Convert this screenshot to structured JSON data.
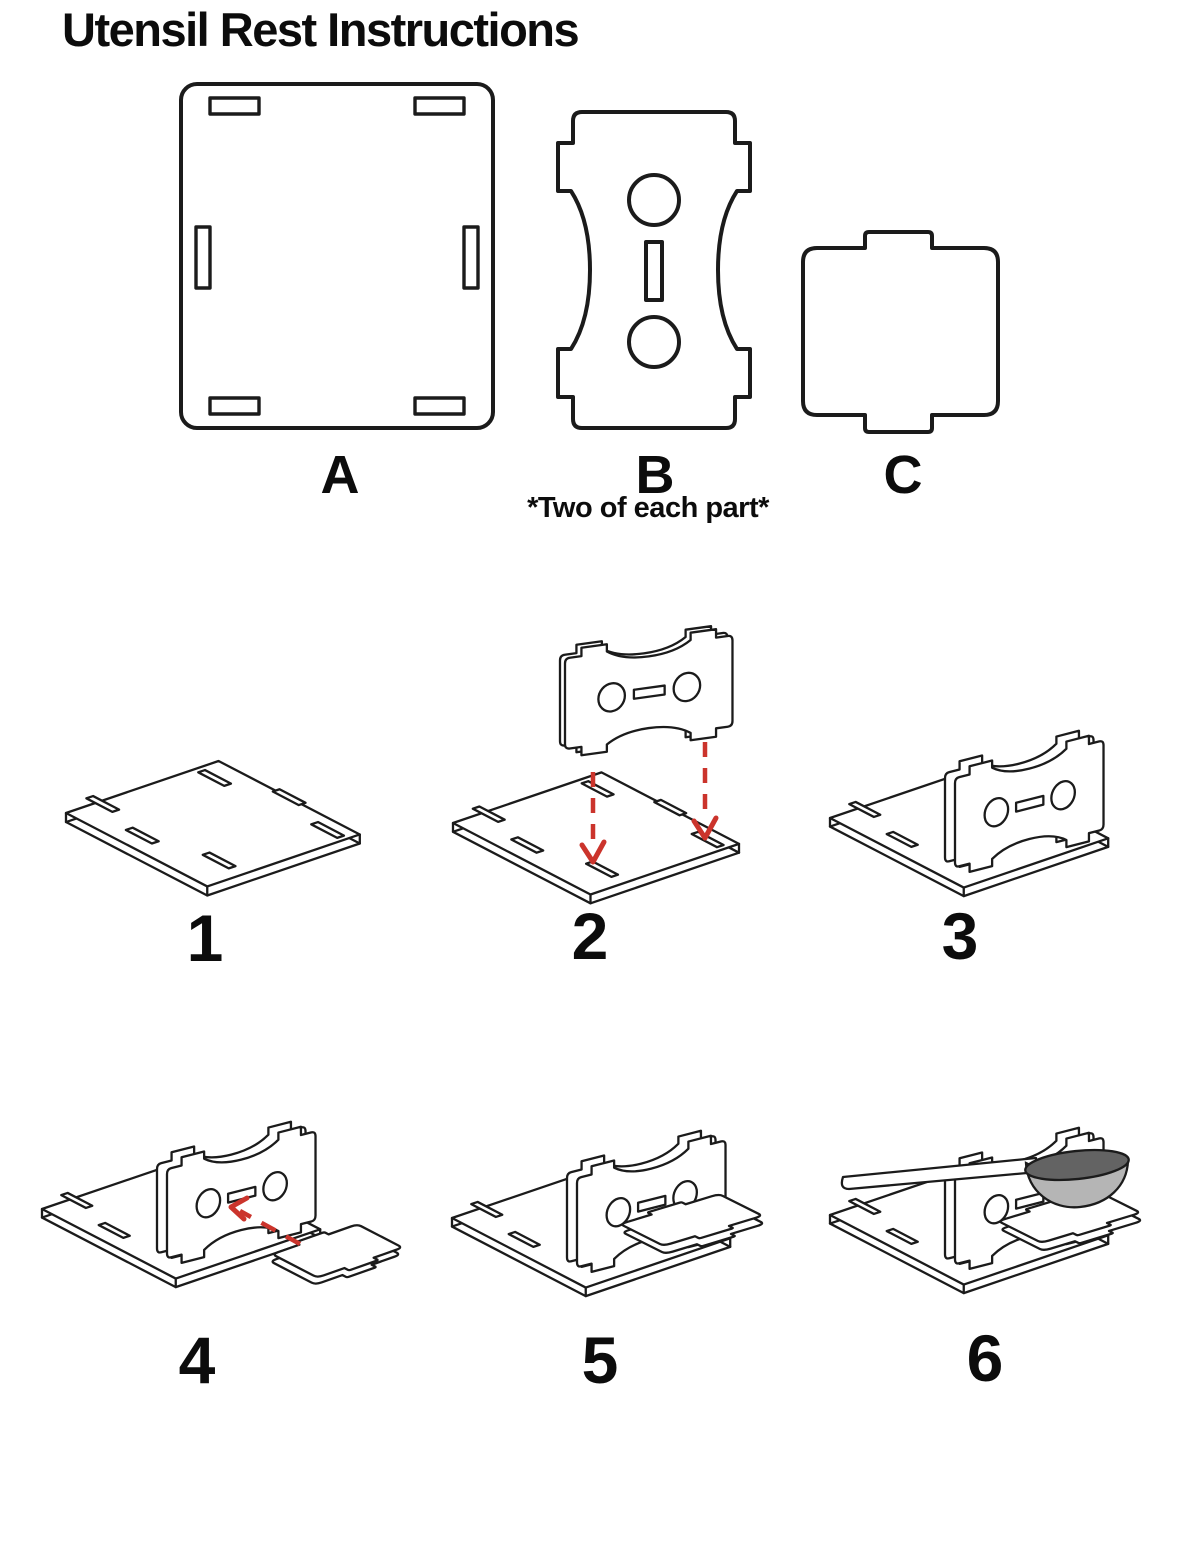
{
  "title": "Utensil Rest Instructions",
  "parts": {
    "a": "A",
    "b": "B",
    "c": "C"
  },
  "note": "*Two of each part*",
  "steps": [
    {
      "number": "1",
      "diagram": "base-plate-alone"
    },
    {
      "number": "2",
      "diagram": "wall-inserted-with-arrows"
    },
    {
      "number": "3",
      "diagram": "wall-installed"
    },
    {
      "number": "4",
      "diagram": "shelf-insert-with-arrow"
    },
    {
      "number": "5",
      "diagram": "shelf-installed"
    },
    {
      "number": "6",
      "diagram": "finished-with-spoon"
    }
  ],
  "colors": {
    "line": "#1b1b1b",
    "arrow_red": "#cb342c",
    "spoon_bowl_dark": "#636363",
    "spoon_bowl_light": "#b5b5b5",
    "background": "#ffffff"
  }
}
